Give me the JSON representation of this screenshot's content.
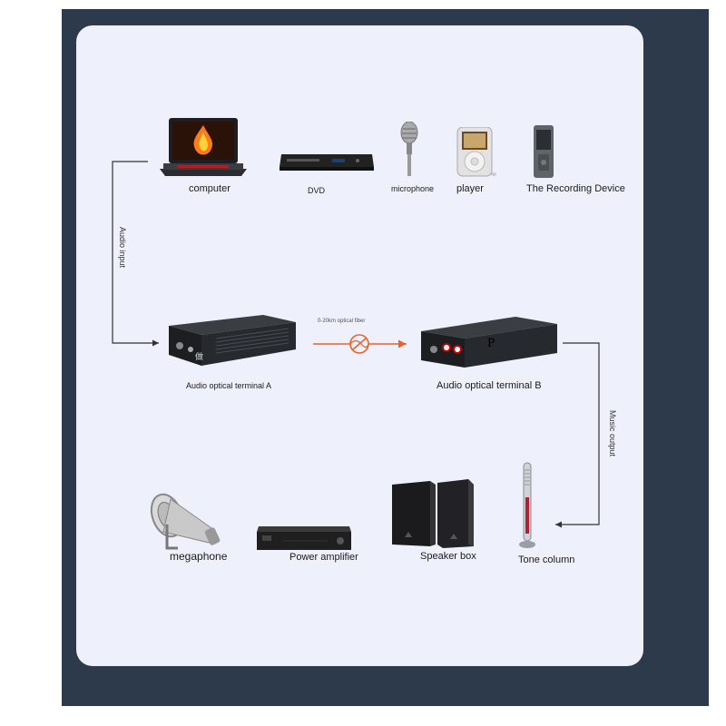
{
  "sources": [
    {
      "label": "computer",
      "icon": "laptop-icon"
    },
    {
      "label": "DVD",
      "icon": "dvd-player-icon"
    },
    {
      "label": "microphone",
      "icon": "microphone-icon"
    },
    {
      "label": "player",
      "icon": "media-player-icon"
    },
    {
      "label": "The Recording Device",
      "icon": "recording-device-icon"
    }
  ],
  "links": {
    "audio_input": "Audio input",
    "fiber": "0-20km optical fiber",
    "music_output": "Music output"
  },
  "terminals": {
    "a_label": "Audio optical terminal A",
    "b_label": "Audio optical terminal B",
    "a_mark": "做",
    "b_mark": "P"
  },
  "outputs": [
    {
      "label": "megaphone",
      "icon": "megaphone-icon"
    },
    {
      "label": "Power amplifier",
      "icon": "power-amplifier-icon"
    },
    {
      "label": "Speaker box",
      "icon": "speaker-box-icon"
    },
    {
      "label": "Tone column",
      "icon": "tone-column-icon"
    }
  ],
  "colors": {
    "frame": "#2c3a4c",
    "panel": "#eef0fb",
    "fiber": "#e8632a",
    "wire": "#333333"
  }
}
